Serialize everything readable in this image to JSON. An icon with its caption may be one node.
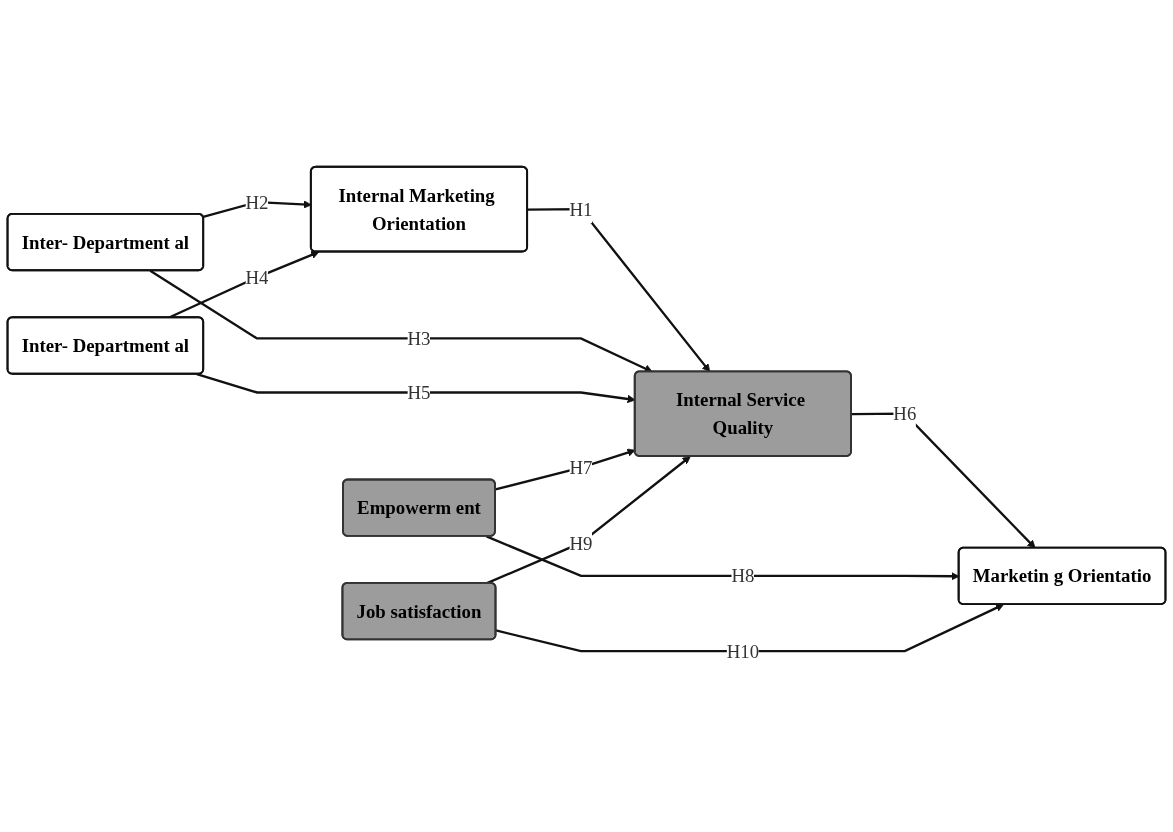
{
  "diagram": {
    "nodes": [
      {
        "text": [
          "Inter- Department al"
        ]
      },
      {
        "text": [
          "Empowerm ent"
        ]
      },
      {
        "text": [
          "Internal Marketing Orientation"
        ]
      },
      {
        "text": [
          "Internal Service Quality"
        ]
      },
      {
        "text": [
          "Marketin g Orientatio"
        ]
      },
      {
        "text": [
          "Inter- Department al"
        ]
      },
      {
        "text": [
          "Job satisfaction"
        ]
      }
    ],
    "edges": [
      {
        "from": 2,
        "to": 3,
        "arrow": "to",
        "label": "H1"
      },
      {
        "from": 0,
        "to": 2,
        "arrow": "to",
        "label": "H2"
      },
      {
        "from": 0,
        "to": 3,
        "arrow": "to",
        "label": "H3"
      },
      {
        "from": 5,
        "to": 2,
        "arrow": "to",
        "label": "H4"
      },
      {
        "from": 5,
        "to": 3,
        "arrow": "to",
        "label": "H5"
      },
      {
        "from": 3,
        "to": 4,
        "arrow": "to",
        "label": "H6"
      },
      {
        "from": 1,
        "to": 3,
        "arrow": "to",
        "label": "H7"
      },
      {
        "from": 1,
        "to": 4,
        "arrow": "to",
        "label": "H8"
      },
      {
        "from": 6,
        "to": 3,
        "arrow": "to",
        "label": "H9"
      },
      {
        "from": 6,
        "to": 4,
        "arrow": "to",
        "label": "H10"
      }
    ]
  }
}
